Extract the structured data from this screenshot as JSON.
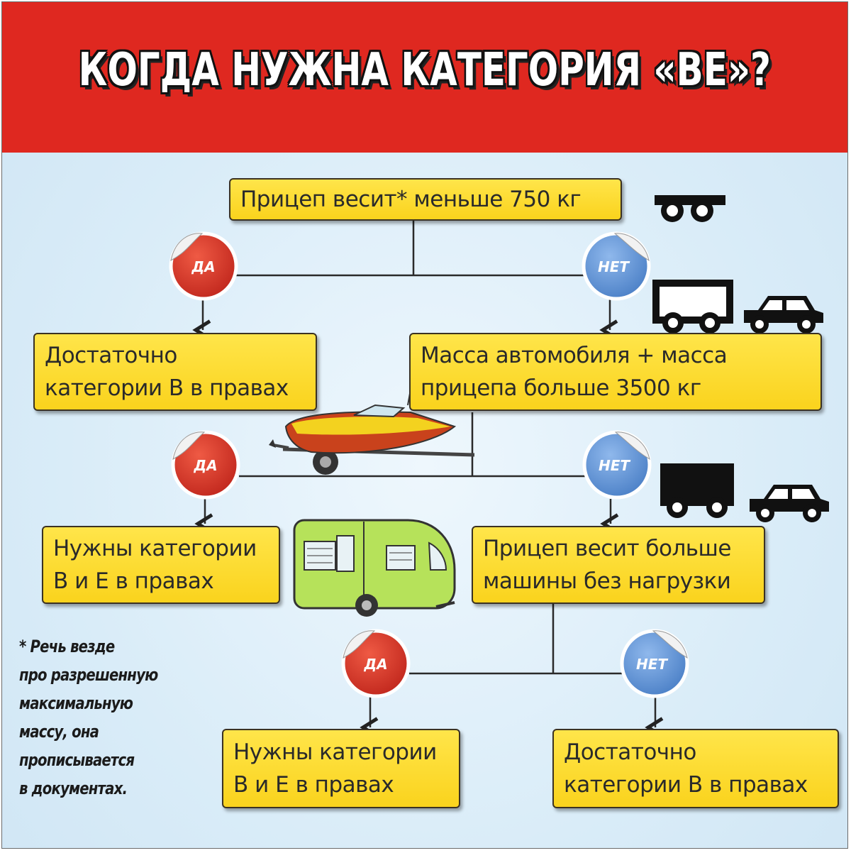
{
  "title": "КОГДА НУЖНА КАТЕГОРИЯ «ВЕ»?",
  "boxes": {
    "q1": "Прицеп весит* меньше 750 кг",
    "yes1": [
      "Достаточно",
      "категории В в правах"
    ],
    "q2": [
      "Масса автомобиля + масса",
      "прицепа больше 3500 кг"
    ],
    "yes2": [
      "Нужны категории",
      "В и Е в правах"
    ],
    "q3": [
      "Прицеп весит больше",
      "машины без нагрузки"
    ],
    "yes3": [
      "Нужны категории",
      "В и Е в правах"
    ],
    "no3": [
      "Достаточно",
      "категории В в правах"
    ]
  },
  "badges": {
    "yes": "ДА",
    "no": "НЕТ"
  },
  "note": [
    "* Речь везде",
    "про разрешенную",
    "максимальную",
    "массу, она",
    "прописывается",
    "в документах."
  ],
  "colors": {
    "header": "#df2820",
    "box": "#fad31d",
    "badge_yes": "#d8352a",
    "badge_no": "#5b8fd3",
    "background": "#d9ecf8"
  },
  "icons": [
    "trailer-icon",
    "boat-on-trailer-icon",
    "caravan-icon",
    "truck-icon",
    "car-icon"
  ]
}
